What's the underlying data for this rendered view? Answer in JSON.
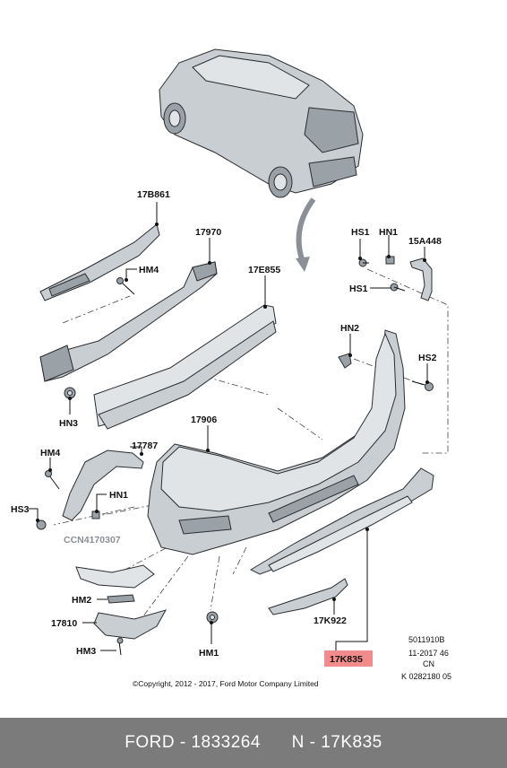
{
  "labels": {
    "l_17B861": "17B861",
    "l_17970": "17970",
    "l_17E855": "17E855",
    "l_HM4_top": "HM4",
    "l_HN3": "HN3",
    "l_HS1_a": "HS1",
    "l_HN1_top": "HN1",
    "l_15A448": "15A448",
    "l_HS1_b": "HS1",
    "l_HN2": "HN2",
    "l_HS2": "HS2",
    "l_17906": "17906",
    "l_HM4_left": "HM4",
    "l_17787": "17787",
    "l_HN1_left": "HN1",
    "l_HS3": "HS3",
    "l_CCN": "CCN4170307",
    "l_HM2": "HM2",
    "l_17810": "17810",
    "l_HM3": "HM3",
    "l_HM1": "HM1",
    "l_17K922": "17K922",
    "l_17K835": "17K835"
  },
  "info_block": {
    "line1": "5011910B",
    "line2": "11-2017 46",
    "line3": "CN",
    "line4": "K 0282180 05"
  },
  "copyright": "©Copyright, 2012 - 2017, Ford Motor Company Limited",
  "footer": {
    "brand_part": "FORD - 1833264",
    "name_part": "N - 17K835"
  },
  "colors": {
    "highlight": "#f28b8b",
    "footer_bg": "#7b7b7b"
  }
}
